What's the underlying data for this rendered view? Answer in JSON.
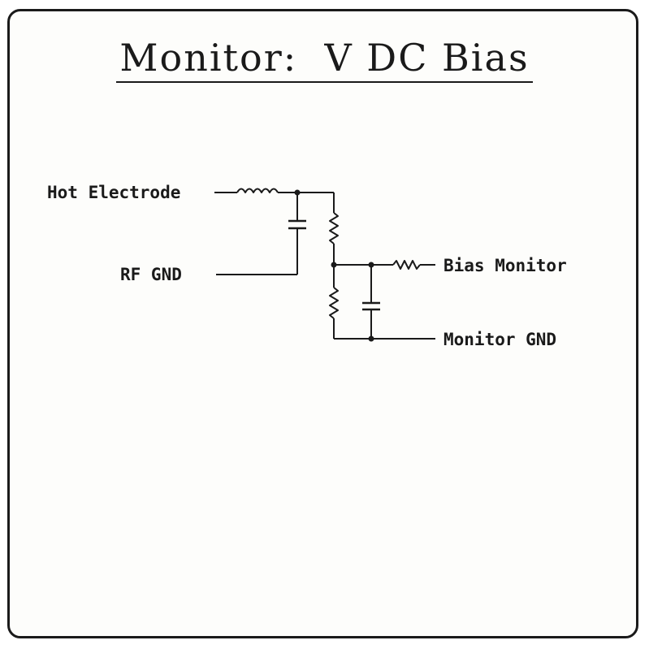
{
  "title": "Monitor:  V DC Bias",
  "labels": {
    "hot_electrode": "Hot Electrode",
    "rf_gnd": "RF GND",
    "bias_monitor": "Bias Monitor",
    "monitor_gnd": "Monitor GND"
  },
  "colors": {
    "ink": "#1a1a1a",
    "paper": "#fdfdfb"
  }
}
